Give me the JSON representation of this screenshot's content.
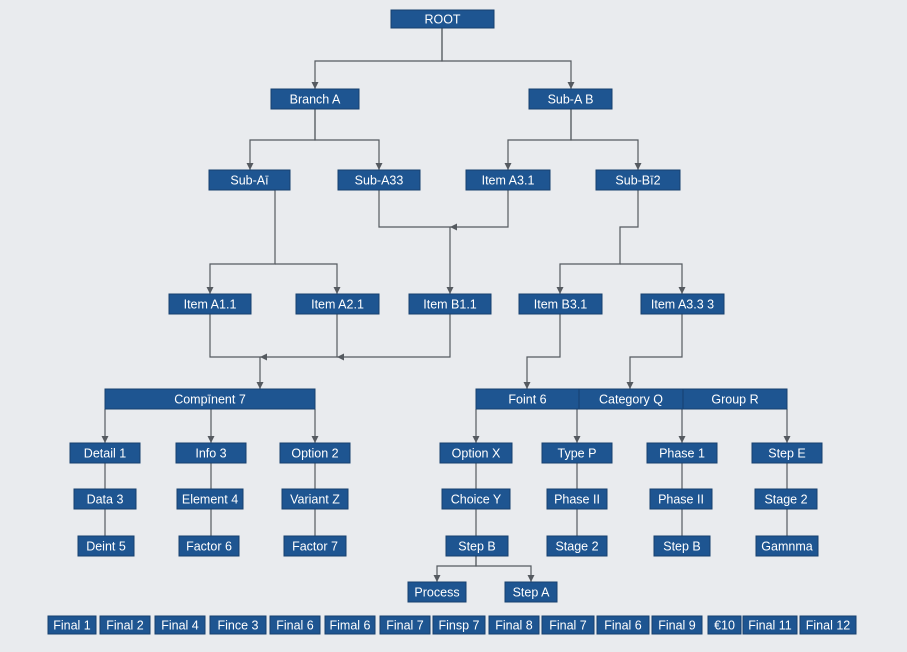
{
  "diagram": {
    "accent_color": "#1e5591",
    "nodes": [
      {
        "id": "root",
        "label": "ROOT"
      },
      {
        "id": "branch-a",
        "label": "Branch A"
      },
      {
        "id": "sub-a-b",
        "label": "Sub-A B"
      },
      {
        "id": "sub-a1",
        "label": "Sub-Aī"
      },
      {
        "id": "sub-a33",
        "label": "Sub-A33"
      },
      {
        "id": "item-a3-1-top",
        "label": "Item A3.1"
      },
      {
        "id": "sub-b12",
        "label": "Sub-Bī2"
      },
      {
        "id": "item-a1-1",
        "label": "Item A1.1"
      },
      {
        "id": "item-a2-1",
        "label": "Item A2.1"
      },
      {
        "id": "item-b1-1",
        "label": "Item B1.1"
      },
      {
        "id": "item-b3-1",
        "label": "Item B3.1"
      },
      {
        "id": "item-a3-3",
        "label": "Item A3.3 3"
      },
      {
        "id": "component-7",
        "label": "Compīnent 7"
      },
      {
        "id": "foint-6",
        "label": "Foint 6"
      },
      {
        "id": "category-q",
        "label": "Category Q"
      },
      {
        "id": "group-r",
        "label": "Group R"
      },
      {
        "id": "detail-1",
        "label": "Detail 1"
      },
      {
        "id": "info-3",
        "label": "Info 3"
      },
      {
        "id": "option-2",
        "label": "Option 2"
      },
      {
        "id": "option-x",
        "label": "Option X"
      },
      {
        "id": "type-p",
        "label": "Type P"
      },
      {
        "id": "phase-1",
        "label": "Phase 1"
      },
      {
        "id": "step-e",
        "label": "Step E"
      },
      {
        "id": "data-3",
        "label": "Data 3"
      },
      {
        "id": "element-4",
        "label": "Element 4"
      },
      {
        "id": "variant-z",
        "label": "Variant Z"
      },
      {
        "id": "choice-y",
        "label": "Choice Y"
      },
      {
        "id": "phase-ii-a",
        "label": "Phase II"
      },
      {
        "id": "phase-ii-b",
        "label": "Phase II"
      },
      {
        "id": "stage-2-a",
        "label": "Stage 2"
      },
      {
        "id": "deint-5",
        "label": "Deint 5"
      },
      {
        "id": "factor-6",
        "label": "Factor 6"
      },
      {
        "id": "factor-7",
        "label": "Factor 7"
      },
      {
        "id": "step-b-mid",
        "label": "Step B"
      },
      {
        "id": "stage-2-b",
        "label": "Stage 2"
      },
      {
        "id": "step-b-right",
        "label": "Step B"
      },
      {
        "id": "gamnma",
        "label": "Gamnma"
      },
      {
        "id": "process",
        "label": "Process"
      },
      {
        "id": "step-a",
        "label": "Step A"
      },
      {
        "id": "final-1",
        "label": "Final 1"
      },
      {
        "id": "final-2",
        "label": "Final 2"
      },
      {
        "id": "final-4",
        "label": "Final 4"
      },
      {
        "id": "fince-3",
        "label": "Fince 3"
      },
      {
        "id": "final-6-a",
        "label": "Final 6"
      },
      {
        "id": "fimal-6",
        "label": "Fimal 6"
      },
      {
        "id": "final-7-a",
        "label": "Final 7"
      },
      {
        "id": "finsp-7",
        "label": "Finsp 7"
      },
      {
        "id": "final-8",
        "label": "Final 8"
      },
      {
        "id": "final-7-b",
        "label": "Final 7"
      },
      {
        "id": "final-6-b",
        "label": "Final 6"
      },
      {
        "id": "final-9",
        "label": "Final 9"
      },
      {
        "id": "final-10",
        "label": "€10"
      },
      {
        "id": "final-11",
        "label": "Final 11"
      },
      {
        "id": "final-12",
        "label": "Final 12"
      }
    ],
    "edges": [
      {
        "from": "root",
        "to": "branch-a",
        "arrow": true
      },
      {
        "from": "root",
        "to": "sub-a-b",
        "arrow": true
      },
      {
        "from": "branch-a",
        "to": "sub-a1",
        "arrow": true
      },
      {
        "from": "branch-a",
        "to": "sub-a33",
        "arrow": true
      },
      {
        "from": "sub-a-b",
        "to": "item-a3-1-top",
        "arrow": true
      },
      {
        "from": "sub-a-b",
        "to": "sub-b12",
        "arrow": true
      },
      {
        "from": "sub-a1",
        "to": "item-a1-1",
        "arrow": true
      },
      {
        "from": "sub-a1",
        "to": "item-a2-1",
        "arrow": true
      },
      {
        "from": "sub-a33",
        "to": "item-b1-1",
        "arrow": true
      },
      {
        "from": "item-a3-1-top",
        "to": "item-b1-1",
        "arrow": true
      },
      {
        "from": "sub-b12",
        "to": "item-b3-1",
        "arrow": true
      },
      {
        "from": "sub-b12",
        "to": "item-a3-3",
        "arrow": true
      },
      {
        "from": "item-a1-1",
        "to": "component-7",
        "arrow": true
      },
      {
        "from": "item-a2-1",
        "to": "component-7",
        "arrow": true
      },
      {
        "from": "item-b1-1",
        "to": "component-7",
        "arrow": true
      },
      {
        "from": "item-b3-1",
        "to": "foint-6",
        "arrow": true
      },
      {
        "from": "item-a3-3",
        "to": "category-q",
        "arrow": true
      },
      {
        "from": "component-7",
        "to": "detail-1",
        "arrow": true
      },
      {
        "from": "component-7",
        "to": "info-3",
        "arrow": true
      },
      {
        "from": "component-7",
        "to": "option-2",
        "arrow": true
      },
      {
        "from": "foint-6",
        "to": "option-x",
        "arrow": true
      },
      {
        "from": "category-q",
        "to": "type-p",
        "arrow": true
      },
      {
        "from": "group-r",
        "to": "phase-1",
        "arrow": true
      },
      {
        "from": "group-r",
        "to": "step-e",
        "arrow": true
      },
      {
        "from": "detail-1",
        "to": "data-3",
        "arrow": false
      },
      {
        "from": "info-3",
        "to": "element-4",
        "arrow": false
      },
      {
        "from": "option-2",
        "to": "variant-z",
        "arrow": false
      },
      {
        "from": "option-x",
        "to": "choice-y",
        "arrow": false
      },
      {
        "from": "type-p",
        "to": "phase-ii-a",
        "arrow": false
      },
      {
        "from": "phase-1",
        "to": "phase-ii-b",
        "arrow": false
      },
      {
        "from": "step-e",
        "to": "stage-2-a",
        "arrow": false
      },
      {
        "from": "data-3",
        "to": "deint-5",
        "arrow": false
      },
      {
        "from": "element-4",
        "to": "factor-6",
        "arrow": false
      },
      {
        "from": "variant-z",
        "to": "factor-7",
        "arrow": false
      },
      {
        "from": "choice-y",
        "to": "step-b-mid",
        "arrow": false
      },
      {
        "from": "phase-ii-a",
        "to": "stage-2-b",
        "arrow": false
      },
      {
        "from": "phase-ii-b",
        "to": "step-b-right",
        "arrow": false
      },
      {
        "from": "stage-2-a",
        "to": "gamnma",
        "arrow": false
      },
      {
        "from": "step-b-mid",
        "to": "process",
        "arrow": true
      },
      {
        "from": "step-b-mid",
        "to": "step-a",
        "arrow": true
      }
    ]
  }
}
